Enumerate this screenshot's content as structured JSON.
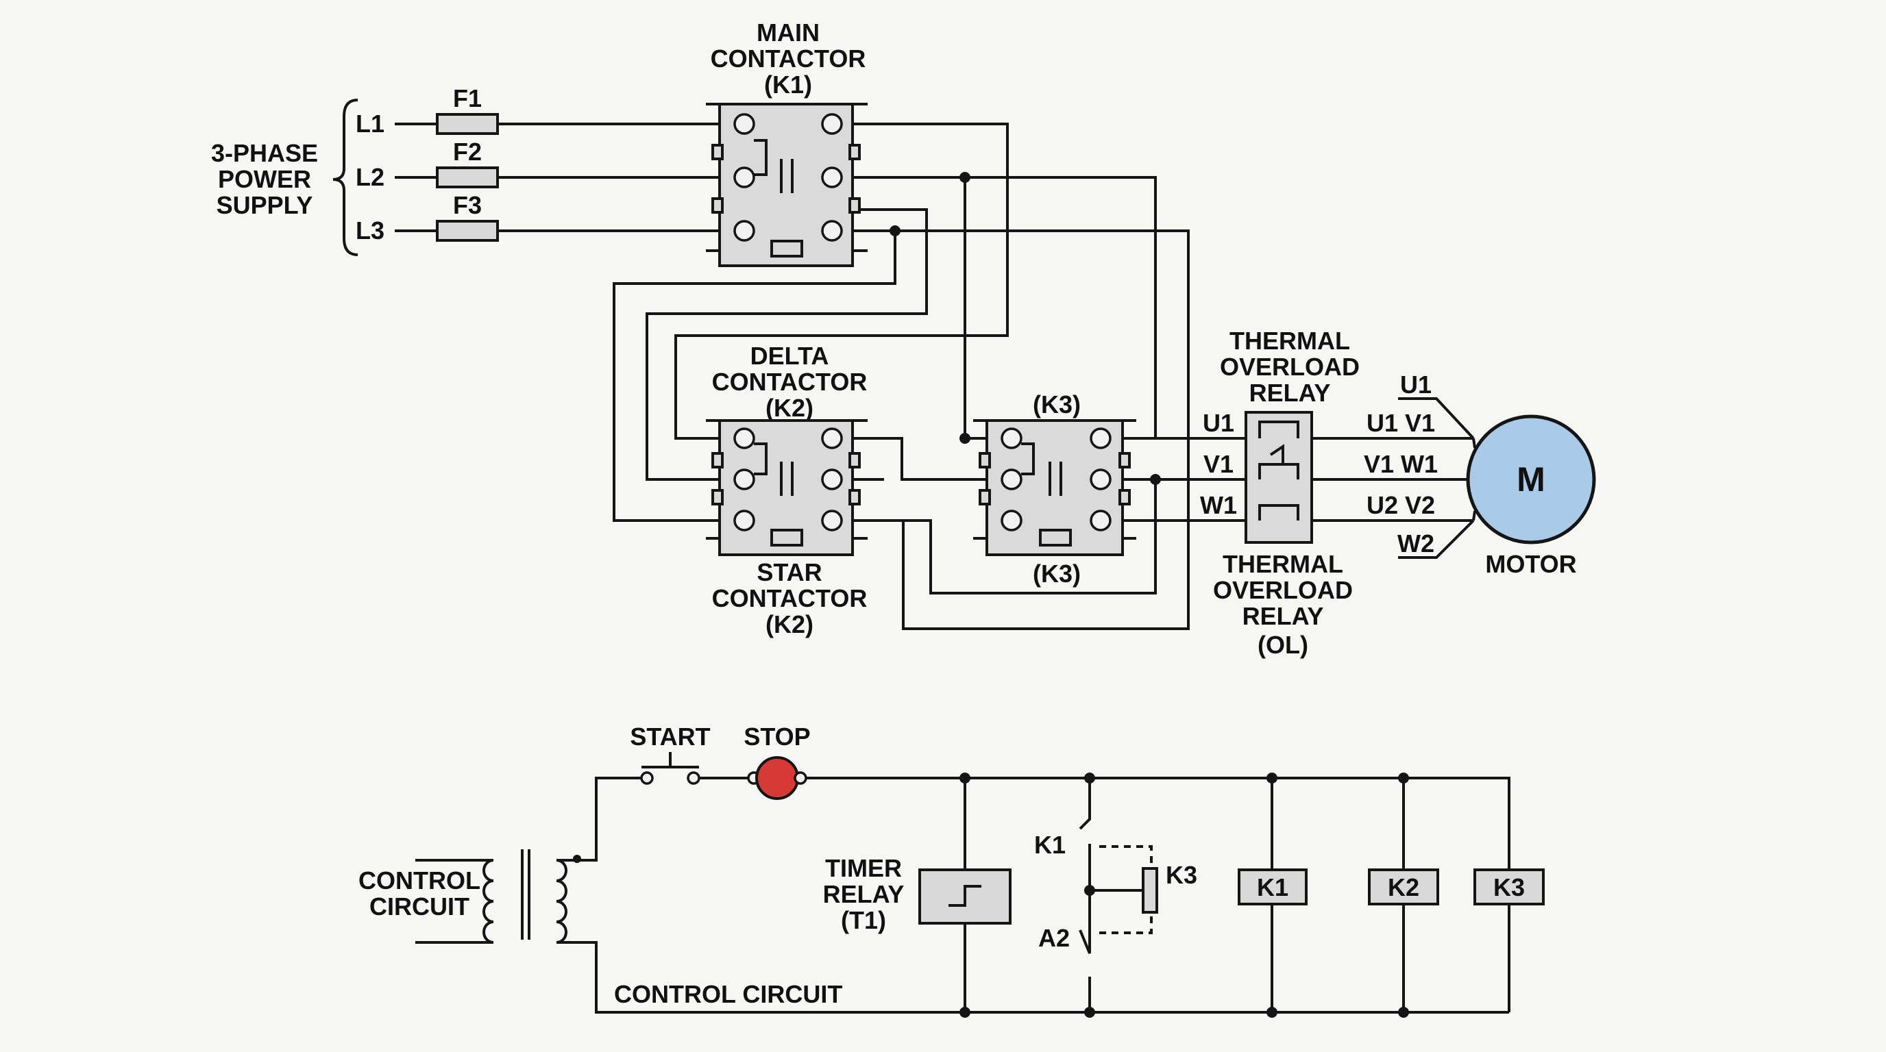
{
  "power_supply": {
    "label_lines": [
      "3-PHASE",
      "POWER",
      "SUPPLY"
    ],
    "lines": [
      "L1",
      "L2",
      "L3"
    ]
  },
  "fuses": [
    "F1",
    "F2",
    "F3"
  ],
  "main_contactor": {
    "label_lines": [
      "MAIN",
      "CONTACTOR",
      "(K1)"
    ]
  },
  "delta_contactor": {
    "label_lines": [
      "DELTA",
      "CONTACTOR",
      "(K2)"
    ]
  },
  "star_contactor": {
    "label_lines": [
      "STAR",
      "CONTACTOR",
      "(K2)"
    ]
  },
  "k3_contactor": {
    "top_label": "(K3)",
    "bottom_label": "(K3)"
  },
  "overload_relay": {
    "top_label_lines": [
      "THERMAL",
      "OVERLOAD",
      "RELAY"
    ],
    "bottom_label_lines": [
      "THERMAL",
      "OVERLOAD",
      "RELAY",
      "(OL)"
    ],
    "phase_labels": [
      "U1",
      "V1",
      "W1"
    ]
  },
  "motor": {
    "symbol": "M",
    "label": "MOTOR",
    "terminals": [
      "U1",
      "U1  V1",
      "V1  W1",
      "U2  V2",
      "W2"
    ]
  },
  "control": {
    "transformer_label_lines": [
      "CONTROL",
      "CIRCUIT"
    ],
    "start_label": "START",
    "stop_label": "STOP",
    "timer_label_lines": [
      "TIMER",
      "RELAY",
      "(T1)"
    ],
    "contacts": [
      "K1",
      "A2",
      "K3"
    ],
    "coils": [
      "K1",
      "K2",
      "K3"
    ],
    "bottom_label": "CONTROL CIRCUIT"
  },
  "colors": {
    "motor_fill": "#a9cbe8",
    "stop_button": "#d63a36",
    "component_fill": "#dadada"
  }
}
